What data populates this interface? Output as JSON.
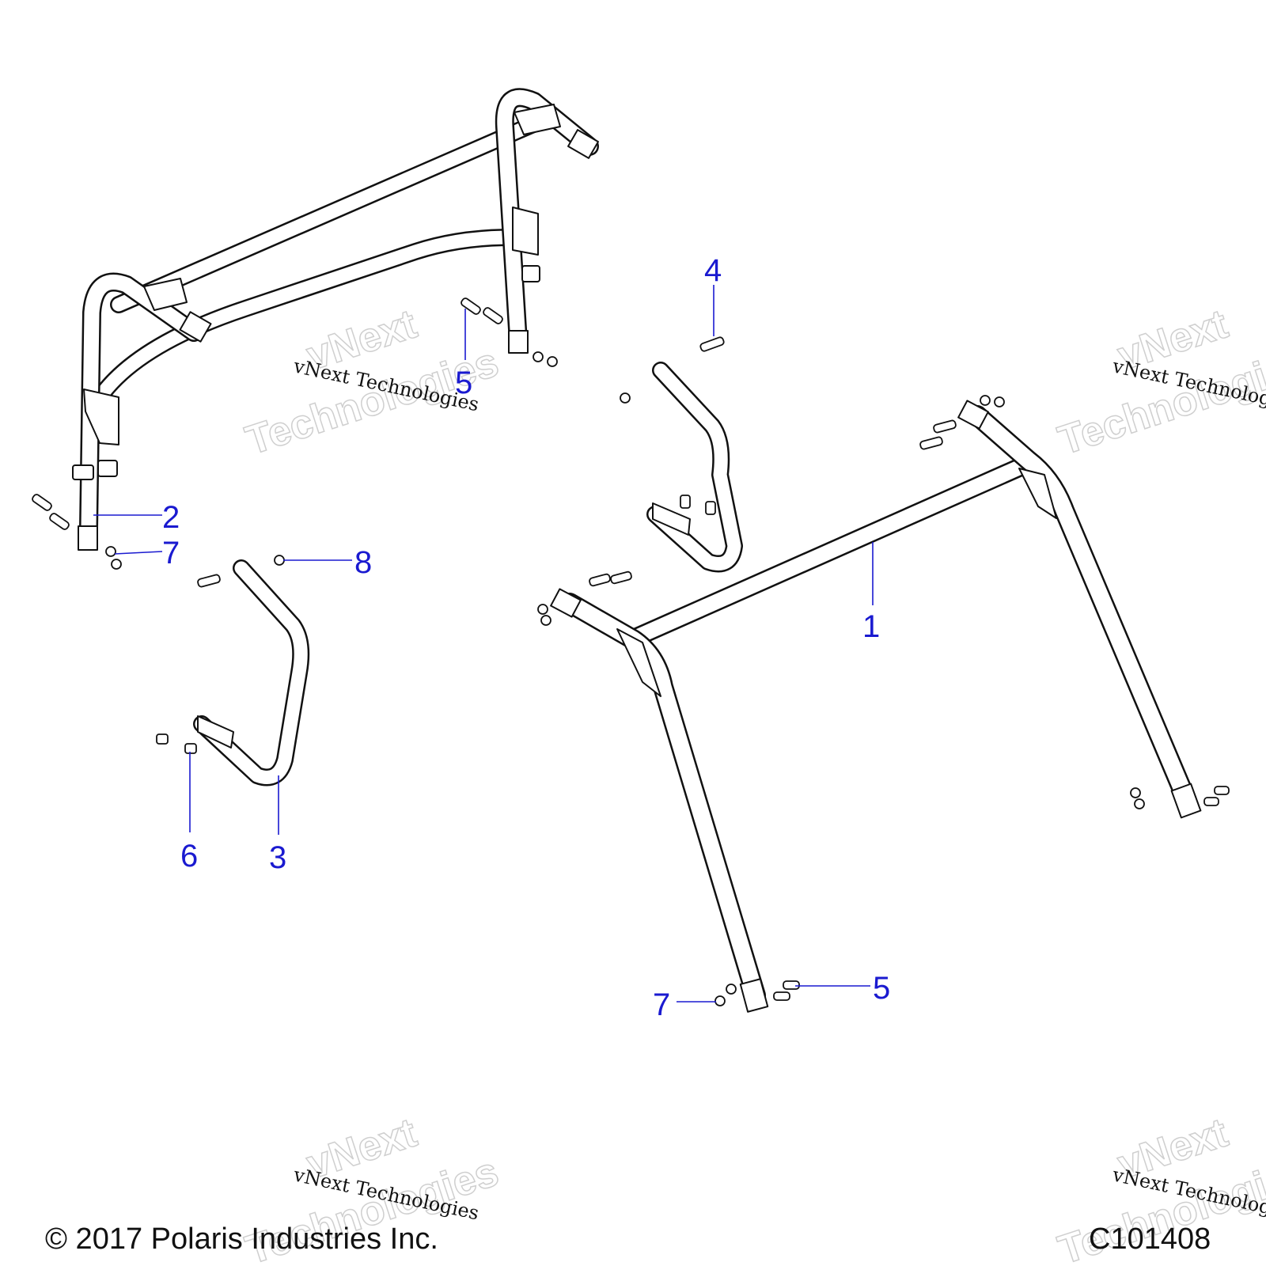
{
  "diagram": {
    "copyright": "© 2017 Polaris Industries Inc.",
    "figure_id": "C101408",
    "watermark": {
      "line_small": "vNext Technologies",
      "line_big_1": "vNext",
      "line_big_2": "Technologies"
    },
    "callouts": {
      "c1": "1",
      "c2": "2",
      "c3": "3",
      "c4": "4",
      "c5a": "5",
      "c5b": "5",
      "c6": "6",
      "c7a": "7",
      "c7b": "7",
      "c8": "8"
    },
    "colors": {
      "callout": "#1a1ad0",
      "line": "#111111",
      "background": "#ffffff"
    }
  }
}
